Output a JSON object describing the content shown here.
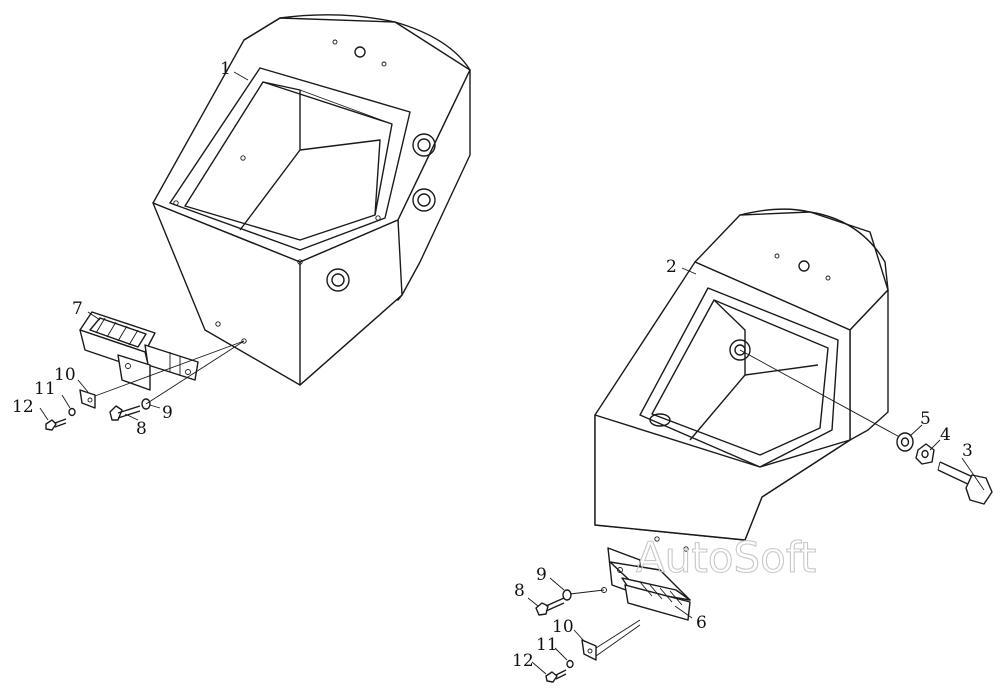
{
  "watermark": "AutoSoft",
  "callouts": {
    "c1": "1",
    "c2": "2",
    "c3": "3",
    "c4": "4",
    "c5": "5",
    "c6": "6",
    "c7": "7",
    "left_c8": "8",
    "left_c9": "9",
    "left_c10": "10",
    "left_c11": "11",
    "left_c12": "12",
    "right_c8": "8",
    "right_c9": "9",
    "right_c10": "10",
    "right_c11": "11",
    "right_c12": "12"
  }
}
